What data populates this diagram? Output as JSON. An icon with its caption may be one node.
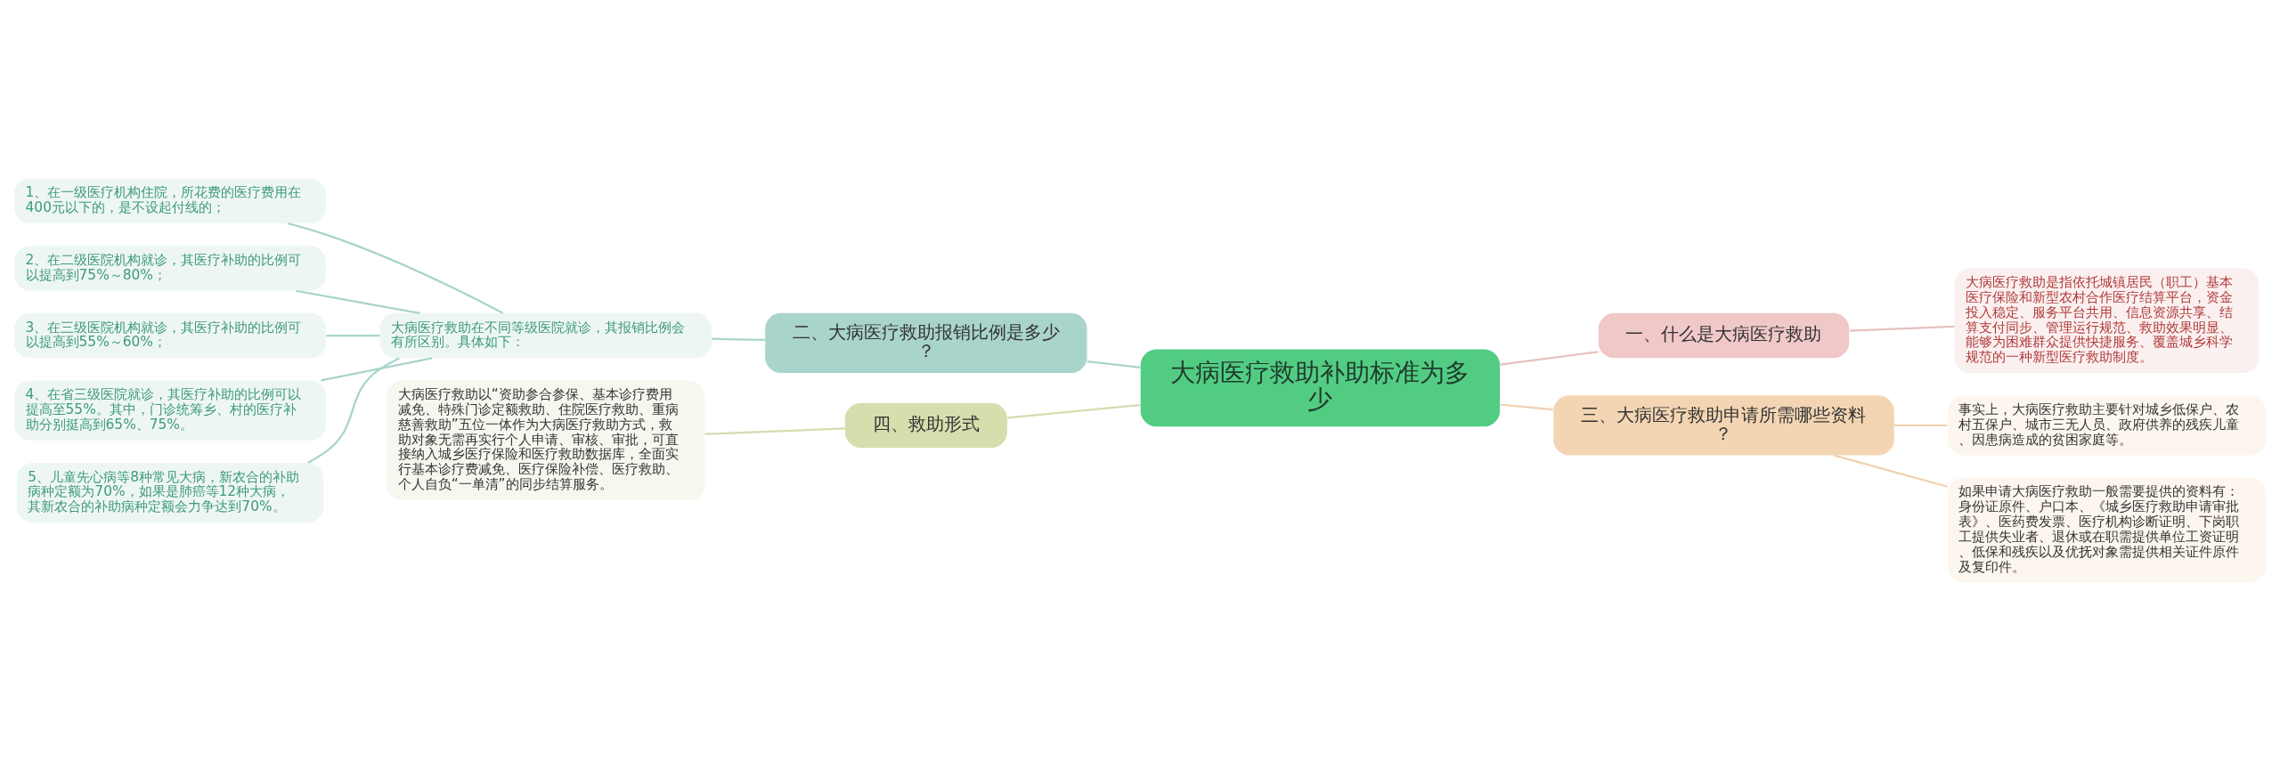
{
  "diagram": {
    "nodes": [
      {
        "text": [
          "大病医疗救助补助标准为多少"
        ]
      },
      {
        "text": [
          "一、什么是大病医疗救助"
        ]
      },
      {
        "text": [
          "大病医疗救助是指依托城镇居民（职工）基本医疗保险和新型农村合作医疗结算平台，资金投入稳定、服务平台共用、信息资源共享、结算支付同步、管理运行规范、救助效果明显、能够为困难群众提供快捷服务、覆盖城乡科学规范的一种新型医疗救助制度。"
        ]
      },
      {
        "text": [
          "二、大病医疗救助报销比例是多少？"
        ]
      },
      {
        "text": [
          "大病医疗救助在不同等级医院就诊，其报销比例会有所区别。具体如下："
        ]
      },
      {
        "text": [
          "1、在一级医疗机构住院，所花费的医疗费用在400元以下的，是不设起付线的；"
        ]
      },
      {
        "text": [
          "2、在二级医院机构就诊，其医疗补助的比例可以提高到75%～80%；"
        ]
      },
      {
        "text": [
          "3、在三级医院机构就诊，其医疗补助的比例可以提高到55%～60%；"
        ]
      },
      {
        "text": [
          "4、在省三级医院就诊，其医疗补助的比例可以提高至55%。其中，门诊统筹乡、村的医疗补助分别挺高到65%、75%。"
        ]
      },
      {
        "text": [
          "5、儿童先心病等8种常见大病，新农合的补助病种定额为70%，如果是肺癌等12种大病，其新农合的补助病种定额会力争达到70%。"
        ]
      },
      {
        "text": [
          "三、大病医疗救助申请所需哪些资料？"
        ]
      },
      {
        "text": [
          "事实上，大病医疗救助主要针对城乡低保户、农村五保户、城市三无人员、政府供养的残疾儿童、因患病造成的贫困家庭等。"
        ]
      },
      {
        "text": [
          "如果申请大病医疗救助一般需要提供的资料有：身份证原件、户口本、《城乡医疗救助申请审批表》、医药费发票、医疗机构诊断证明、下岗职工提供失业者、退休或在职需提供单位工资证明、低保和残疾以及优抚对象需提供相关证件原件及复印件。"
        ]
      },
      {
        "text": [
          "四、救助形式"
        ]
      },
      {
        "text": [
          "大病医疗救助以“资助参合参保、基本诊疗费用减免、特殊门诊定额救助、住院医疗救助、重病慈善救助”五位一体作为大病医疗救助方式，救助对象无需再实行个人申请、审核、审批，可直接纳入城乡医疗保险和医疗救助数据库，全面实行基本诊疗费减免、医疗保险补偿、医疗救助、个人自负“一单清”的同步结算服务。"
        ]
      }
    ],
    "edges": [
      {
        "from": 0,
        "to": 1,
        "arrow": "none",
        "color": "#e6c0c0"
      },
      {
        "from": 1,
        "to": 2,
        "arrow": "none",
        "color": "#e6c0c0"
      },
      {
        "from": 0,
        "to": 3,
        "arrow": "none"
      },
      {
        "from": 3,
        "to": 4,
        "arrow": "none"
      },
      {
        "from": 4,
        "to": 5,
        "arrow": "none"
      },
      {
        "from": 4,
        "to": 6,
        "arrow": "none"
      },
      {
        "from": 4,
        "to": 7,
        "arrow": "none"
      },
      {
        "from": 4,
        "to": 8,
        "arrow": "none"
      },
      {
        "from": 4,
        "to": 9,
        "arrow": "none"
      },
      {
        "from": 0,
        "to": 10,
        "arrow": "none",
        "color": "#efd2b0"
      },
      {
        "from": 10,
        "to": 11,
        "arrow": "none",
        "color": "#efd2b0"
      },
      {
        "from": 10,
        "to": 12,
        "arrow": "none",
        "color": "#efd2b0"
      },
      {
        "from": 0,
        "to": 13,
        "arrow": "none",
        "color": "#d6dcae"
      },
      {
        "from": 13,
        "to": 14,
        "arrow": "none",
        "color": "#d6dcae"
      }
    ]
  }
}
